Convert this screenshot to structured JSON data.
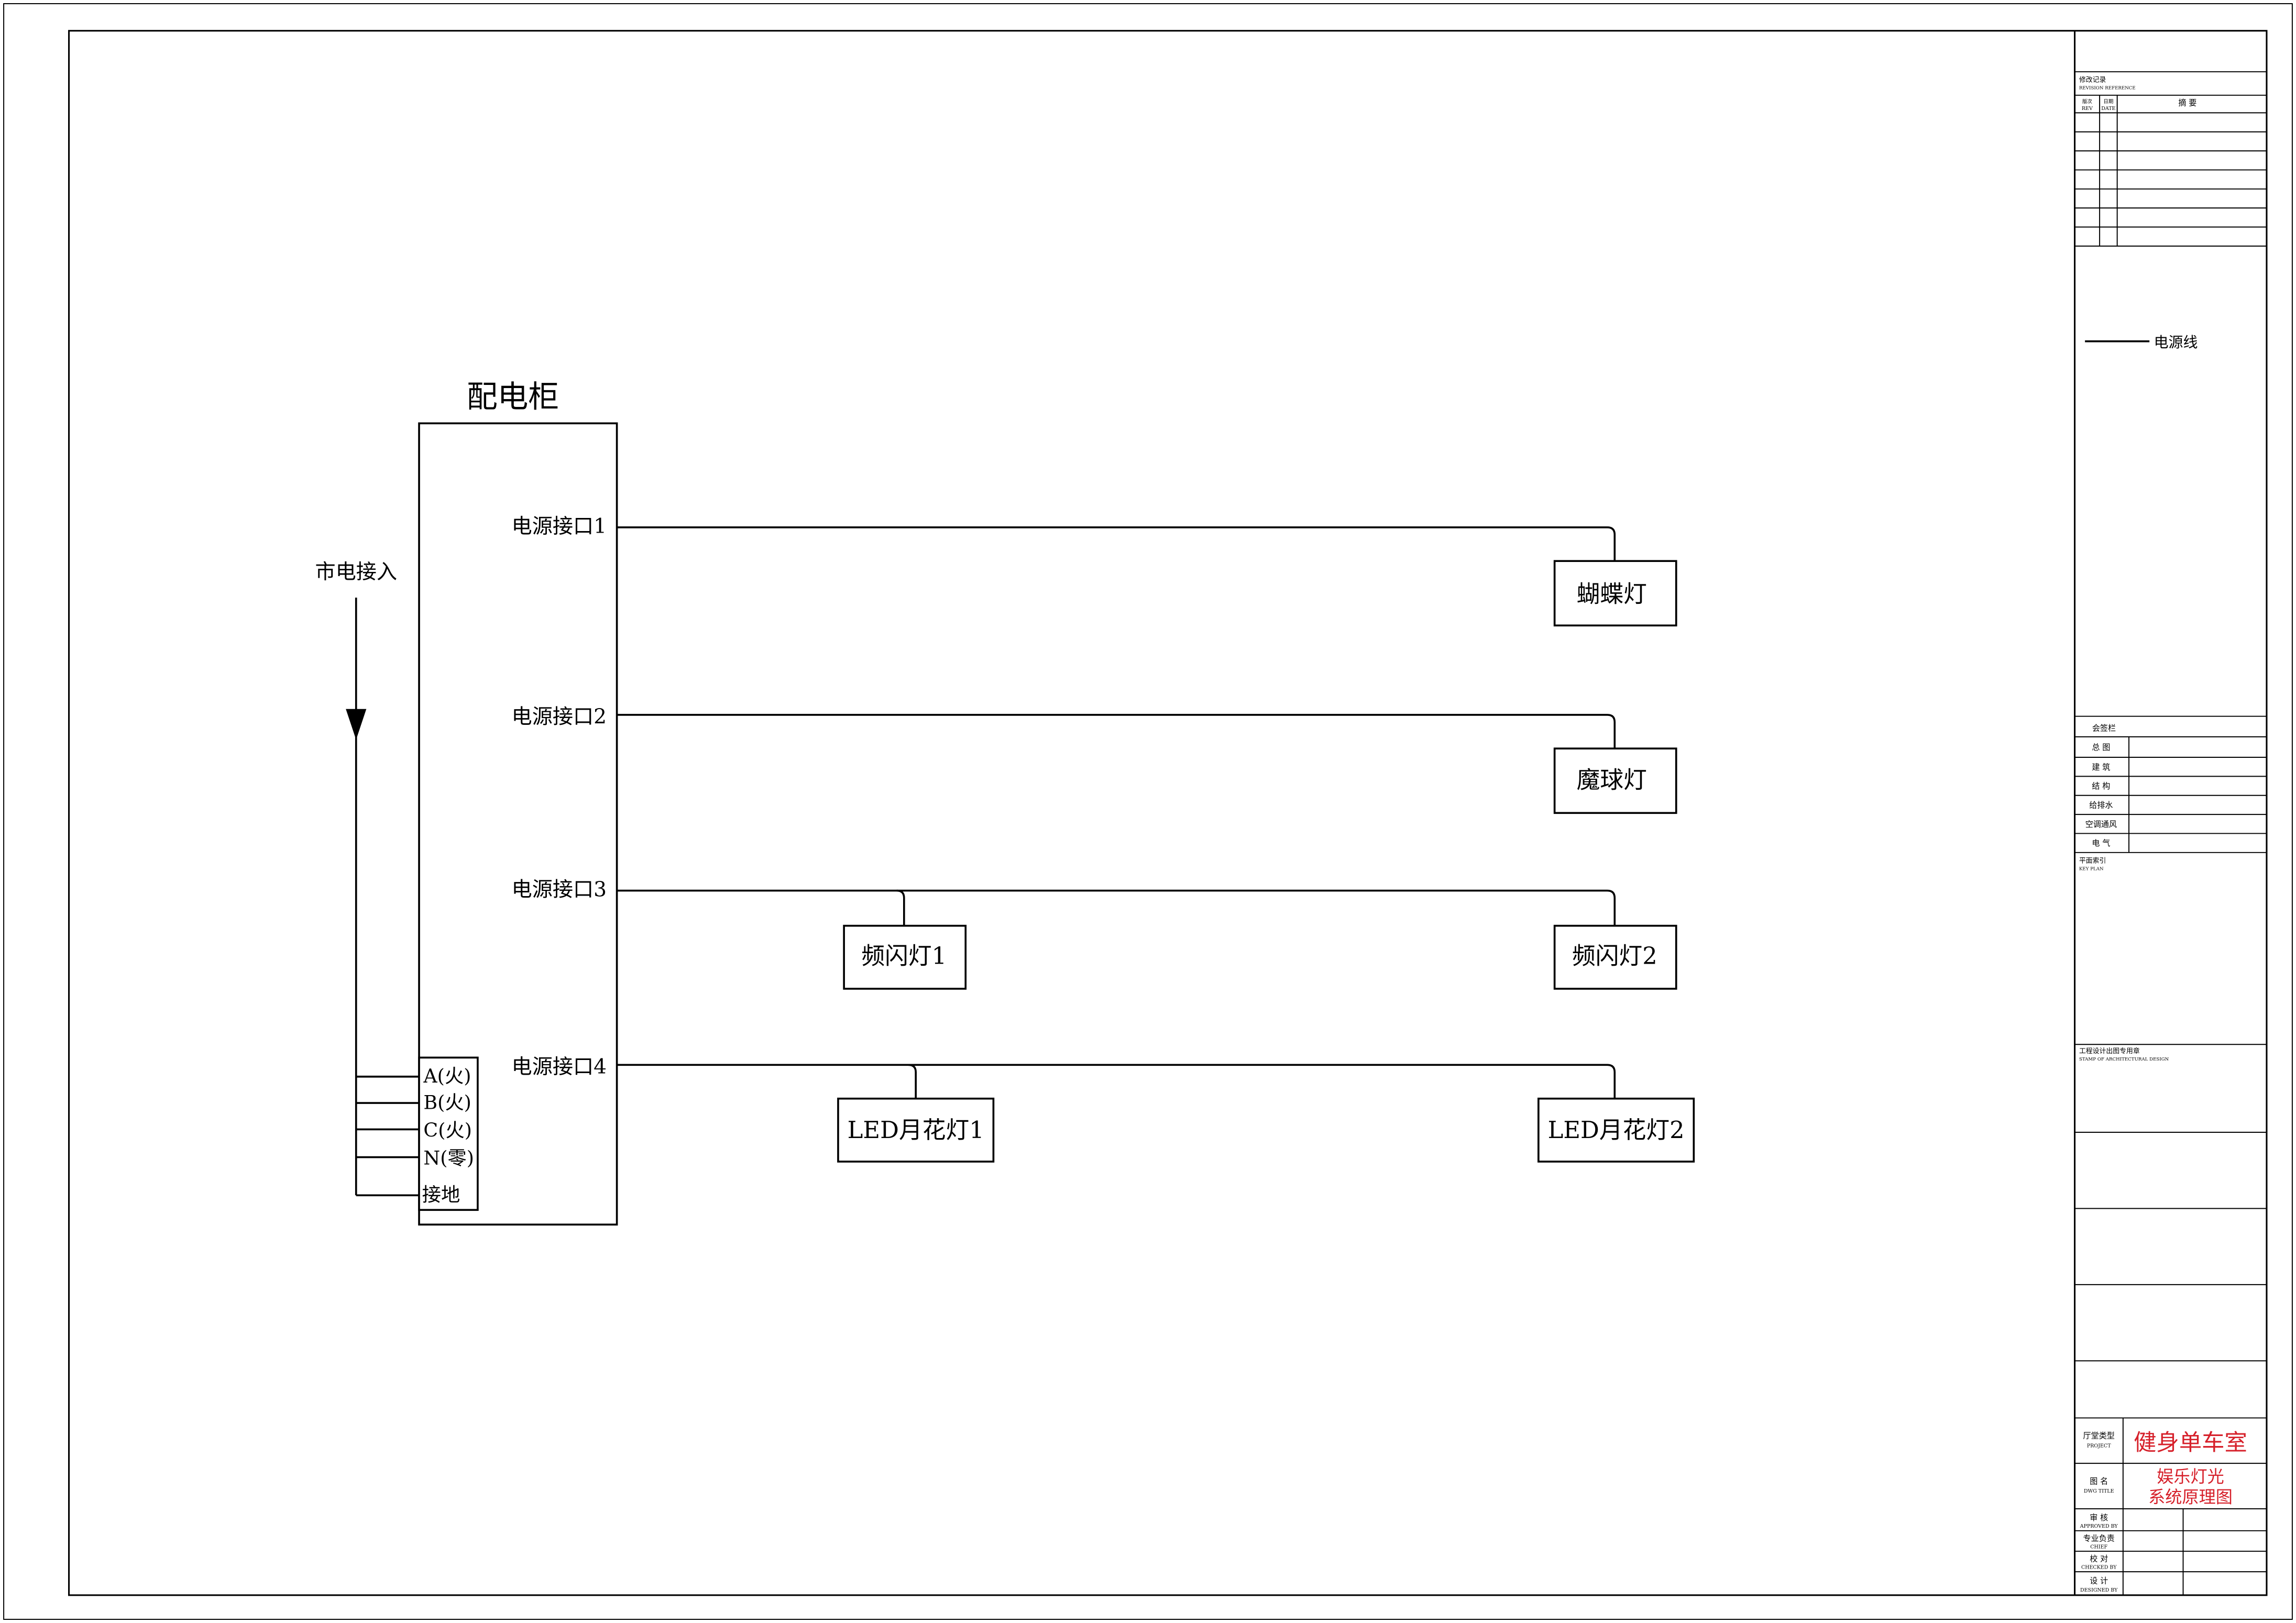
{
  "colors": {
    "line": "#000000",
    "text": "#000000",
    "title_accent": "#d6202a"
  },
  "mains": {
    "label": "市电接入"
  },
  "cabinet": {
    "title": "配电柜",
    "ports": [
      "电源接口1",
      "电源接口2",
      "电源接口3",
      "电源接口4"
    ],
    "terminals": [
      "A(火)",
      "B(火)",
      "C(火)",
      "N(零)",
      "接地"
    ]
  },
  "lights": {
    "butterfly": "蝴蝶灯",
    "magic_ball": "魔球灯",
    "strobe_1": "频闪灯1",
    "strobe_2": "频闪灯2",
    "led_moon_1": "LED月花灯1",
    "led_moon_2": "LED月花灯2"
  },
  "legend": {
    "power_line": "电源线"
  },
  "title_block": {
    "revision": {
      "title": "修改记录",
      "title_en": "REVISION REFERENCE",
      "col_rev": "版次",
      "col_rev_en": "REV",
      "col_date": "日期",
      "col_date_en": "DATE",
      "col_summary": "摘 要"
    },
    "countersign": {
      "title": "会签栏",
      "rows": [
        "总 图",
        "建 筑",
        "结 构",
        "给排水",
        "空调通风",
        "电 气"
      ]
    },
    "key_plan": {
      "title": "平面索引",
      "title_en": "KEY PLAN"
    },
    "stamp": {
      "title": "工程设计出图专用章",
      "title_en": "STAMP OF ARCHITECTURAL DESIGN"
    },
    "project": {
      "label": "厅堂类型",
      "label_en": "PROJECT",
      "value": "健身单车室"
    },
    "drawing_title": {
      "label": "图 名",
      "label_en": "DWG TITLE",
      "line1": "娱乐灯光",
      "line2": "系统原理图"
    },
    "signatures": [
      {
        "label": "审 核",
        "label_en": "APPROVED BY"
      },
      {
        "label": "专业负责",
        "label_en": "CHIEF"
      },
      {
        "label": "校 对",
        "label_en": "CHECKED BY"
      },
      {
        "label": "设 计",
        "label_en": "DESIGNED BY"
      }
    ]
  }
}
